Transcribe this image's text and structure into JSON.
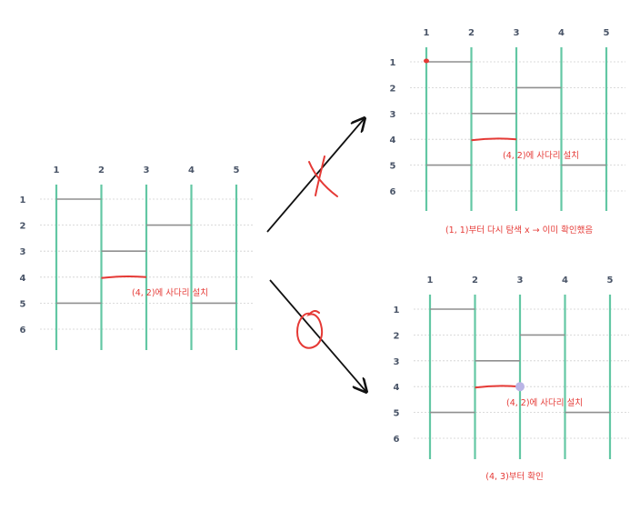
{
  "colors": {
    "vertical_line": "#63c7a4",
    "rung": "#8f8f8f",
    "grid": "#cfcfcf",
    "new_rung": "#e53935",
    "mark_red": "#e53935",
    "mark_dot": "#b9b4e6",
    "arrow": "#111111",
    "label_text": "#e53935",
    "number_text": "#4a5568"
  },
  "diagrams": [
    {
      "id": "left",
      "column_numbers": [
        "1",
        "2",
        "3",
        "4",
        "5"
      ],
      "row_numbers": [
        "1",
        "2",
        "3",
        "4",
        "5",
        "6"
      ],
      "rungs": [
        {
          "row": 1,
          "from_col": 1
        },
        {
          "row": 2,
          "from_col": 3
        },
        {
          "row": 3,
          "from_col": 2
        },
        {
          "row": 5,
          "from_col": 1
        },
        {
          "row": 5,
          "from_col": 4
        }
      ],
      "new_rung": {
        "row": 4,
        "from_col": 2
      },
      "annotation": "(4, 2)에 사다리 설치",
      "caption": ""
    },
    {
      "id": "top-right",
      "column_numbers": [
        "1",
        "2",
        "3",
        "4",
        "5"
      ],
      "row_numbers": [
        "1",
        "2",
        "3",
        "4",
        "5",
        "6"
      ],
      "rungs": [
        {
          "row": 1,
          "from_col": 1
        },
        {
          "row": 2,
          "from_col": 3
        },
        {
          "row": 3,
          "from_col": 2
        },
        {
          "row": 5,
          "from_col": 1
        },
        {
          "row": 5,
          "from_col": 4
        }
      ],
      "new_rung": {
        "row": 4,
        "from_col": 2
      },
      "annotation": "(4, 2)에 사다리 설치",
      "caption": "(1, 1)부터 다시 탐색 x → 이미 확인했음",
      "marker": {
        "row": 1,
        "col": 1,
        "kind": "red-dot"
      }
    },
    {
      "id": "bottom-right",
      "column_numbers": [
        "1",
        "2",
        "3",
        "4",
        "5"
      ],
      "row_numbers": [
        "1",
        "2",
        "3",
        "4",
        "5",
        "6"
      ],
      "rungs": [
        {
          "row": 1,
          "from_col": 1
        },
        {
          "row": 2,
          "from_col": 3
        },
        {
          "row": 3,
          "from_col": 2
        },
        {
          "row": 5,
          "from_col": 1
        },
        {
          "row": 5,
          "from_col": 4
        }
      ],
      "new_rung": {
        "row": 4,
        "from_col": 2
      },
      "annotation": "(4, 2)에 사다리 설치",
      "caption": "(4, 3)부터 확인",
      "marker": {
        "row": 4,
        "col": 3,
        "kind": "purple-dot"
      }
    }
  ],
  "arrows": [
    {
      "id": "to-top-right",
      "mark": "cross"
    },
    {
      "id": "to-bottom-right",
      "mark": "circle"
    }
  ]
}
